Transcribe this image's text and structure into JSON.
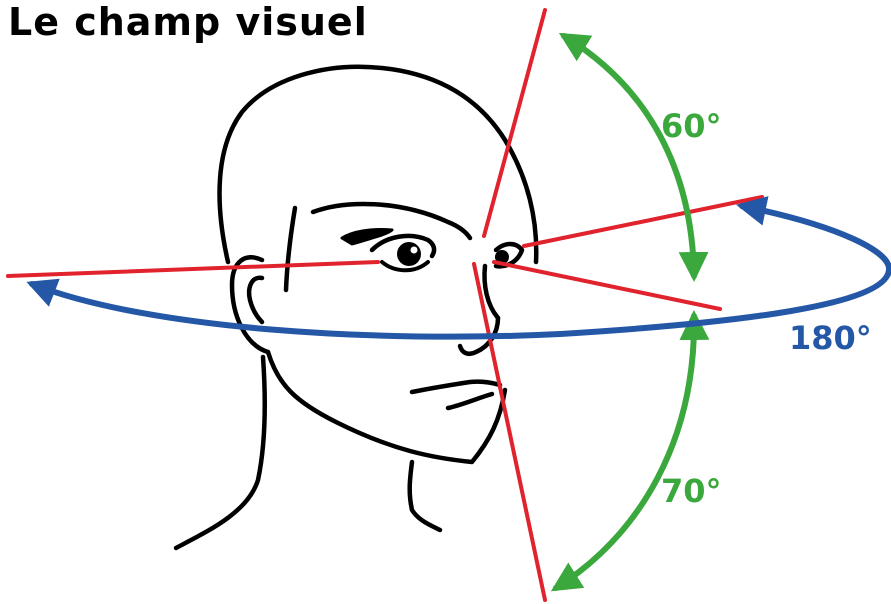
{
  "title": "Le champ visuel",
  "labels": {
    "upper_angle": "60°",
    "lower_angle": "70°",
    "horizontal_angle": "180°"
  },
  "colors": {
    "lines": "#e0232d",
    "vertical_arcs": "#3aa83c",
    "horizontal_arc": "#2457a6",
    "drawing": "#000000"
  }
}
